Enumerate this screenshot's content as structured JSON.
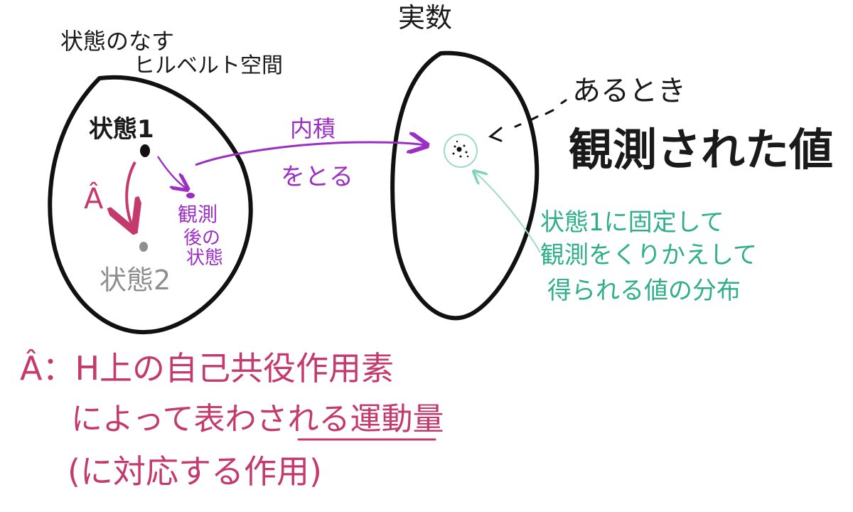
{
  "colors": {
    "ink": "#1a1a1a",
    "purple": "#9b2fc4",
    "gray": "#8e8e8e",
    "teal": "#2fae8a",
    "pink": "#c43a6c"
  },
  "left_space": {
    "title_line1": "状態のなす",
    "title_line2": "ヒルベルト空間",
    "state1": "状態1",
    "state2": "状態2",
    "operator_symbol": "Â",
    "post_measure_line1": "観測",
    "post_measure_line2": "後の",
    "post_measure_line3": "状態"
  },
  "inner_product": {
    "line1": "内積",
    "line2": "をとる"
  },
  "right_space": {
    "title": "実数",
    "observed_prefix": "あるとき",
    "observed_value": "観測された値"
  },
  "distribution_note": {
    "line1": "状態1に固定して",
    "line2": "観測をくりかえして",
    "line3": "得られる値の分布"
  },
  "operator_note": {
    "line1": "Â：H上の自己共役作用素",
    "line2": "によって表わされる運動量",
    "line3": "(に対応する作用)"
  }
}
